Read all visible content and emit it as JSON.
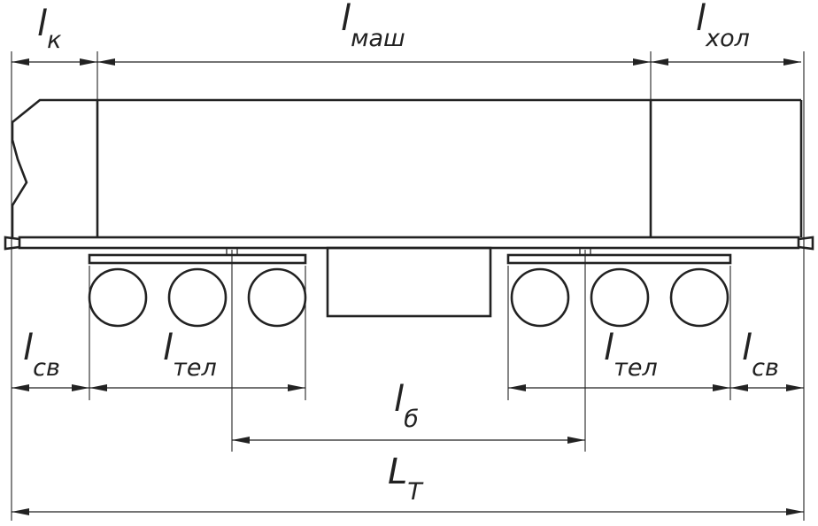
{
  "labels": {
    "l_k": {
      "main": "l",
      "sub": "к"
    },
    "l_mash": {
      "main": "l",
      "sub": "маш"
    },
    "l_hol": {
      "main": "l",
      "sub": "хол"
    },
    "l_sv_left": {
      "main": "l",
      "sub": "св"
    },
    "l_tel_left": {
      "main": "l",
      "sub": "тел"
    },
    "l_tel_right": {
      "main": "l",
      "sub": "тел"
    },
    "l_sv_right": {
      "main": "l",
      "sub": "св"
    },
    "l_b": {
      "main": "l",
      "sub": "б"
    },
    "l_t": {
      "main": "L",
      "sub": "Т"
    }
  },
  "colors": {
    "line": "#222222",
    "background": "#ffffff"
  }
}
